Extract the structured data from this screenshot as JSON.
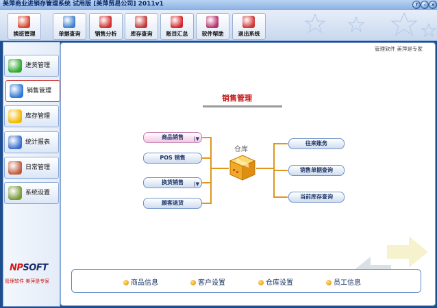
{
  "window": {
    "title": "美萍商业进销存管理系统  试用版  [美萍贸易公司]  2011v1",
    "controls": [
      "?",
      "–",
      "×"
    ]
  },
  "toolbar": {
    "buttons": [
      {
        "label": "换班管理",
        "icon": "user-swap-icon",
        "color": "#d8432d"
      },
      {
        "label": "单据查询",
        "icon": "search-icon",
        "color": "#3f7fd0"
      },
      {
        "label": "销售分析",
        "icon": "bar-chart-icon",
        "color": "#d42d2d"
      },
      {
        "label": "库存查询",
        "icon": "binoculars-icon",
        "color": "#c23838"
      },
      {
        "label": "账目汇总",
        "icon": "sum-icon",
        "color": "#d6262b"
      },
      {
        "label": "软件帮助",
        "icon": "help-icon",
        "color": "#b8326e"
      },
      {
        "label": "退出系统",
        "icon": "power-icon",
        "color": "#d03535"
      }
    ]
  },
  "sidebar": {
    "items": [
      {
        "label": "进货管理",
        "icon": "plus-icon",
        "color": "#2fa82f"
      },
      {
        "label": "销售管理",
        "icon": "globe-icon",
        "color": "#2f79d6",
        "active": true
      },
      {
        "label": "库存管理",
        "icon": "star-icon",
        "color": "#f3b800"
      },
      {
        "label": "统计报表",
        "icon": "report-icon",
        "color": "#3b6fcf"
      },
      {
        "label": "日常管理",
        "icon": "tools-icon",
        "color": "#c25b3a"
      },
      {
        "label": "系统设置",
        "icon": "gear-icon",
        "color": "#7a9a3a"
      }
    ],
    "logo": {
      "prefix": "NP",
      "suffix": "SOFT"
    },
    "slogan": "管理软件  美萍是专家"
  },
  "main": {
    "tagline": "管理软件  美萍是专家",
    "section_title": "销售管理",
    "warehouse_label": "仓库",
    "left_buttons": [
      {
        "label": "商品销售",
        "dropdown": true,
        "style": "pink"
      },
      {
        "label": "POS 销售",
        "dropdown": false,
        "style": "blue"
      },
      {
        "label": "换货销售",
        "dropdown": true,
        "style": "blue"
      },
      {
        "label": "顾客退货",
        "dropdown": false,
        "style": "blue"
      }
    ],
    "right_buttons": [
      {
        "label": "往来账务"
      },
      {
        "label": "销售单据查询"
      },
      {
        "label": "当前库存查询"
      }
    ],
    "dropdown_glyph": "|▼"
  },
  "bottom_links": [
    {
      "label": "商品信息"
    },
    {
      "label": "客户设置"
    },
    {
      "label": "仓库设置"
    },
    {
      "label": "员工信息"
    }
  ],
  "colors": {
    "accent_red": "#c41717",
    "connector": "#e0951b",
    "border_blue": "#8aa9d6"
  }
}
